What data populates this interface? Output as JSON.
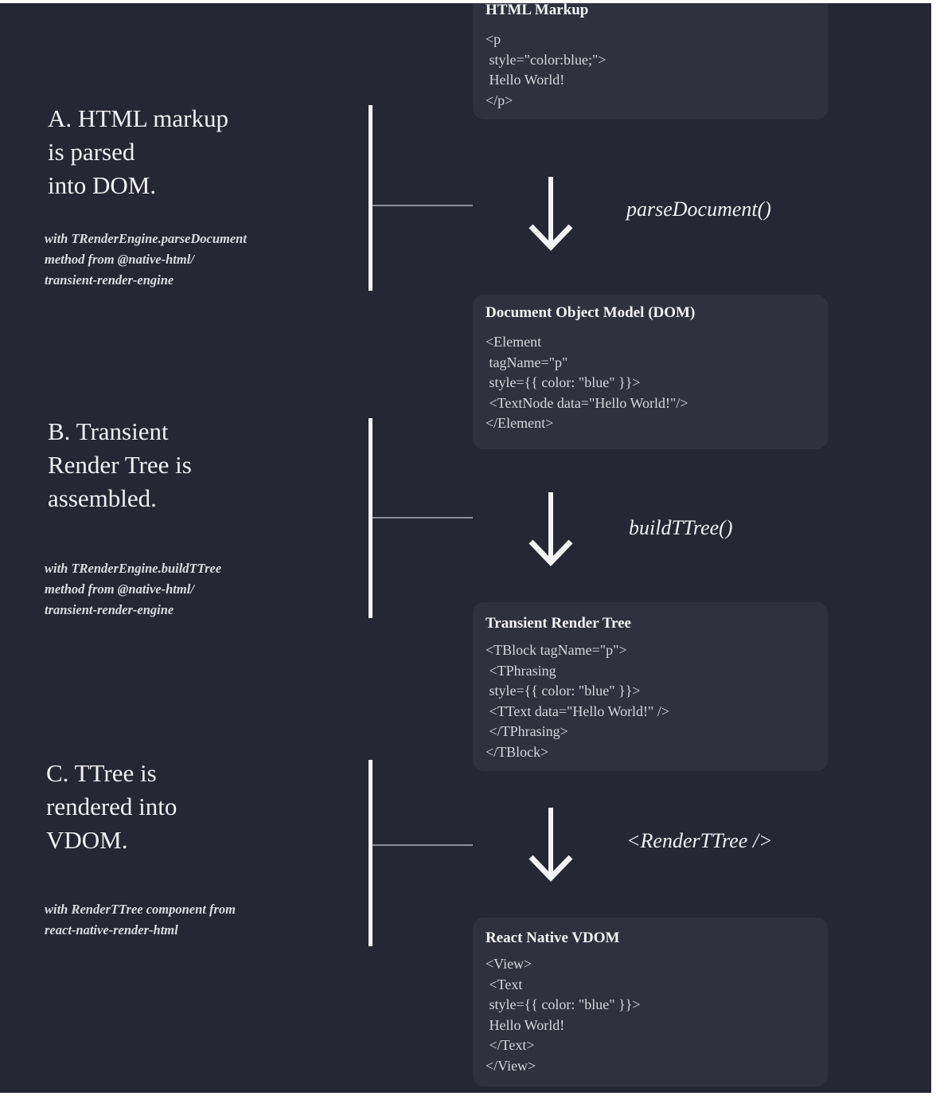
{
  "steps": [
    {
      "label": "A. HTML markup\nis parsed\ninto DOM.",
      "note": "with TRenderEngine.parseDocument\nmethod from @native-html/\ntransient-render-engine"
    },
    {
      "label": "B. Transient\nRender Tree is\nassembled.",
      "note": "with TRenderEngine.buildTTree\nmethod from @native-html/\ntransient-render-engine"
    },
    {
      "label": "C. TTree is\nrendered into\nVDOM.",
      "note": "with RenderTTree component from\nreact-native-render-html"
    }
  ],
  "cards": [
    {
      "title": "HTML Markup",
      "code": "<p\n style=\"color:blue;\">\n Hello World!\n</p>"
    },
    {
      "title": "Document Object Model (DOM)",
      "code": "<Element\n tagName=\"p\"\n style={{ color: \"blue\" }}>\n <TextNode data=\"Hello World!\"/>\n</Element>"
    },
    {
      "title": "Transient Render Tree",
      "code": "<TBlock tagName=\"p\">\n <TPhrasing\n style={{ color: \"blue\" }}>\n <TText data=\"Hello World!\" />\n </TPhrasing>\n</TBlock>"
    },
    {
      "title": "React Native VDOM",
      "code": "<View>\n <Text\n style={{ color: \"blue\" }}>\n Hello World!\n </Text>\n</View>"
    }
  ],
  "transitions": [
    {
      "fn": "parseDocument()",
      "icon": "arrow-down-icon"
    },
    {
      "fn": "buildTTree()",
      "icon": "arrow-down-icon"
    },
    {
      "fn": "<RenderTTree />",
      "icon": "arrow-down-icon"
    }
  ],
  "colors": {
    "background": "#262735",
    "card": "#30313f",
    "text": "#f1f1f5",
    "bracket": "#f4f4f7"
  }
}
